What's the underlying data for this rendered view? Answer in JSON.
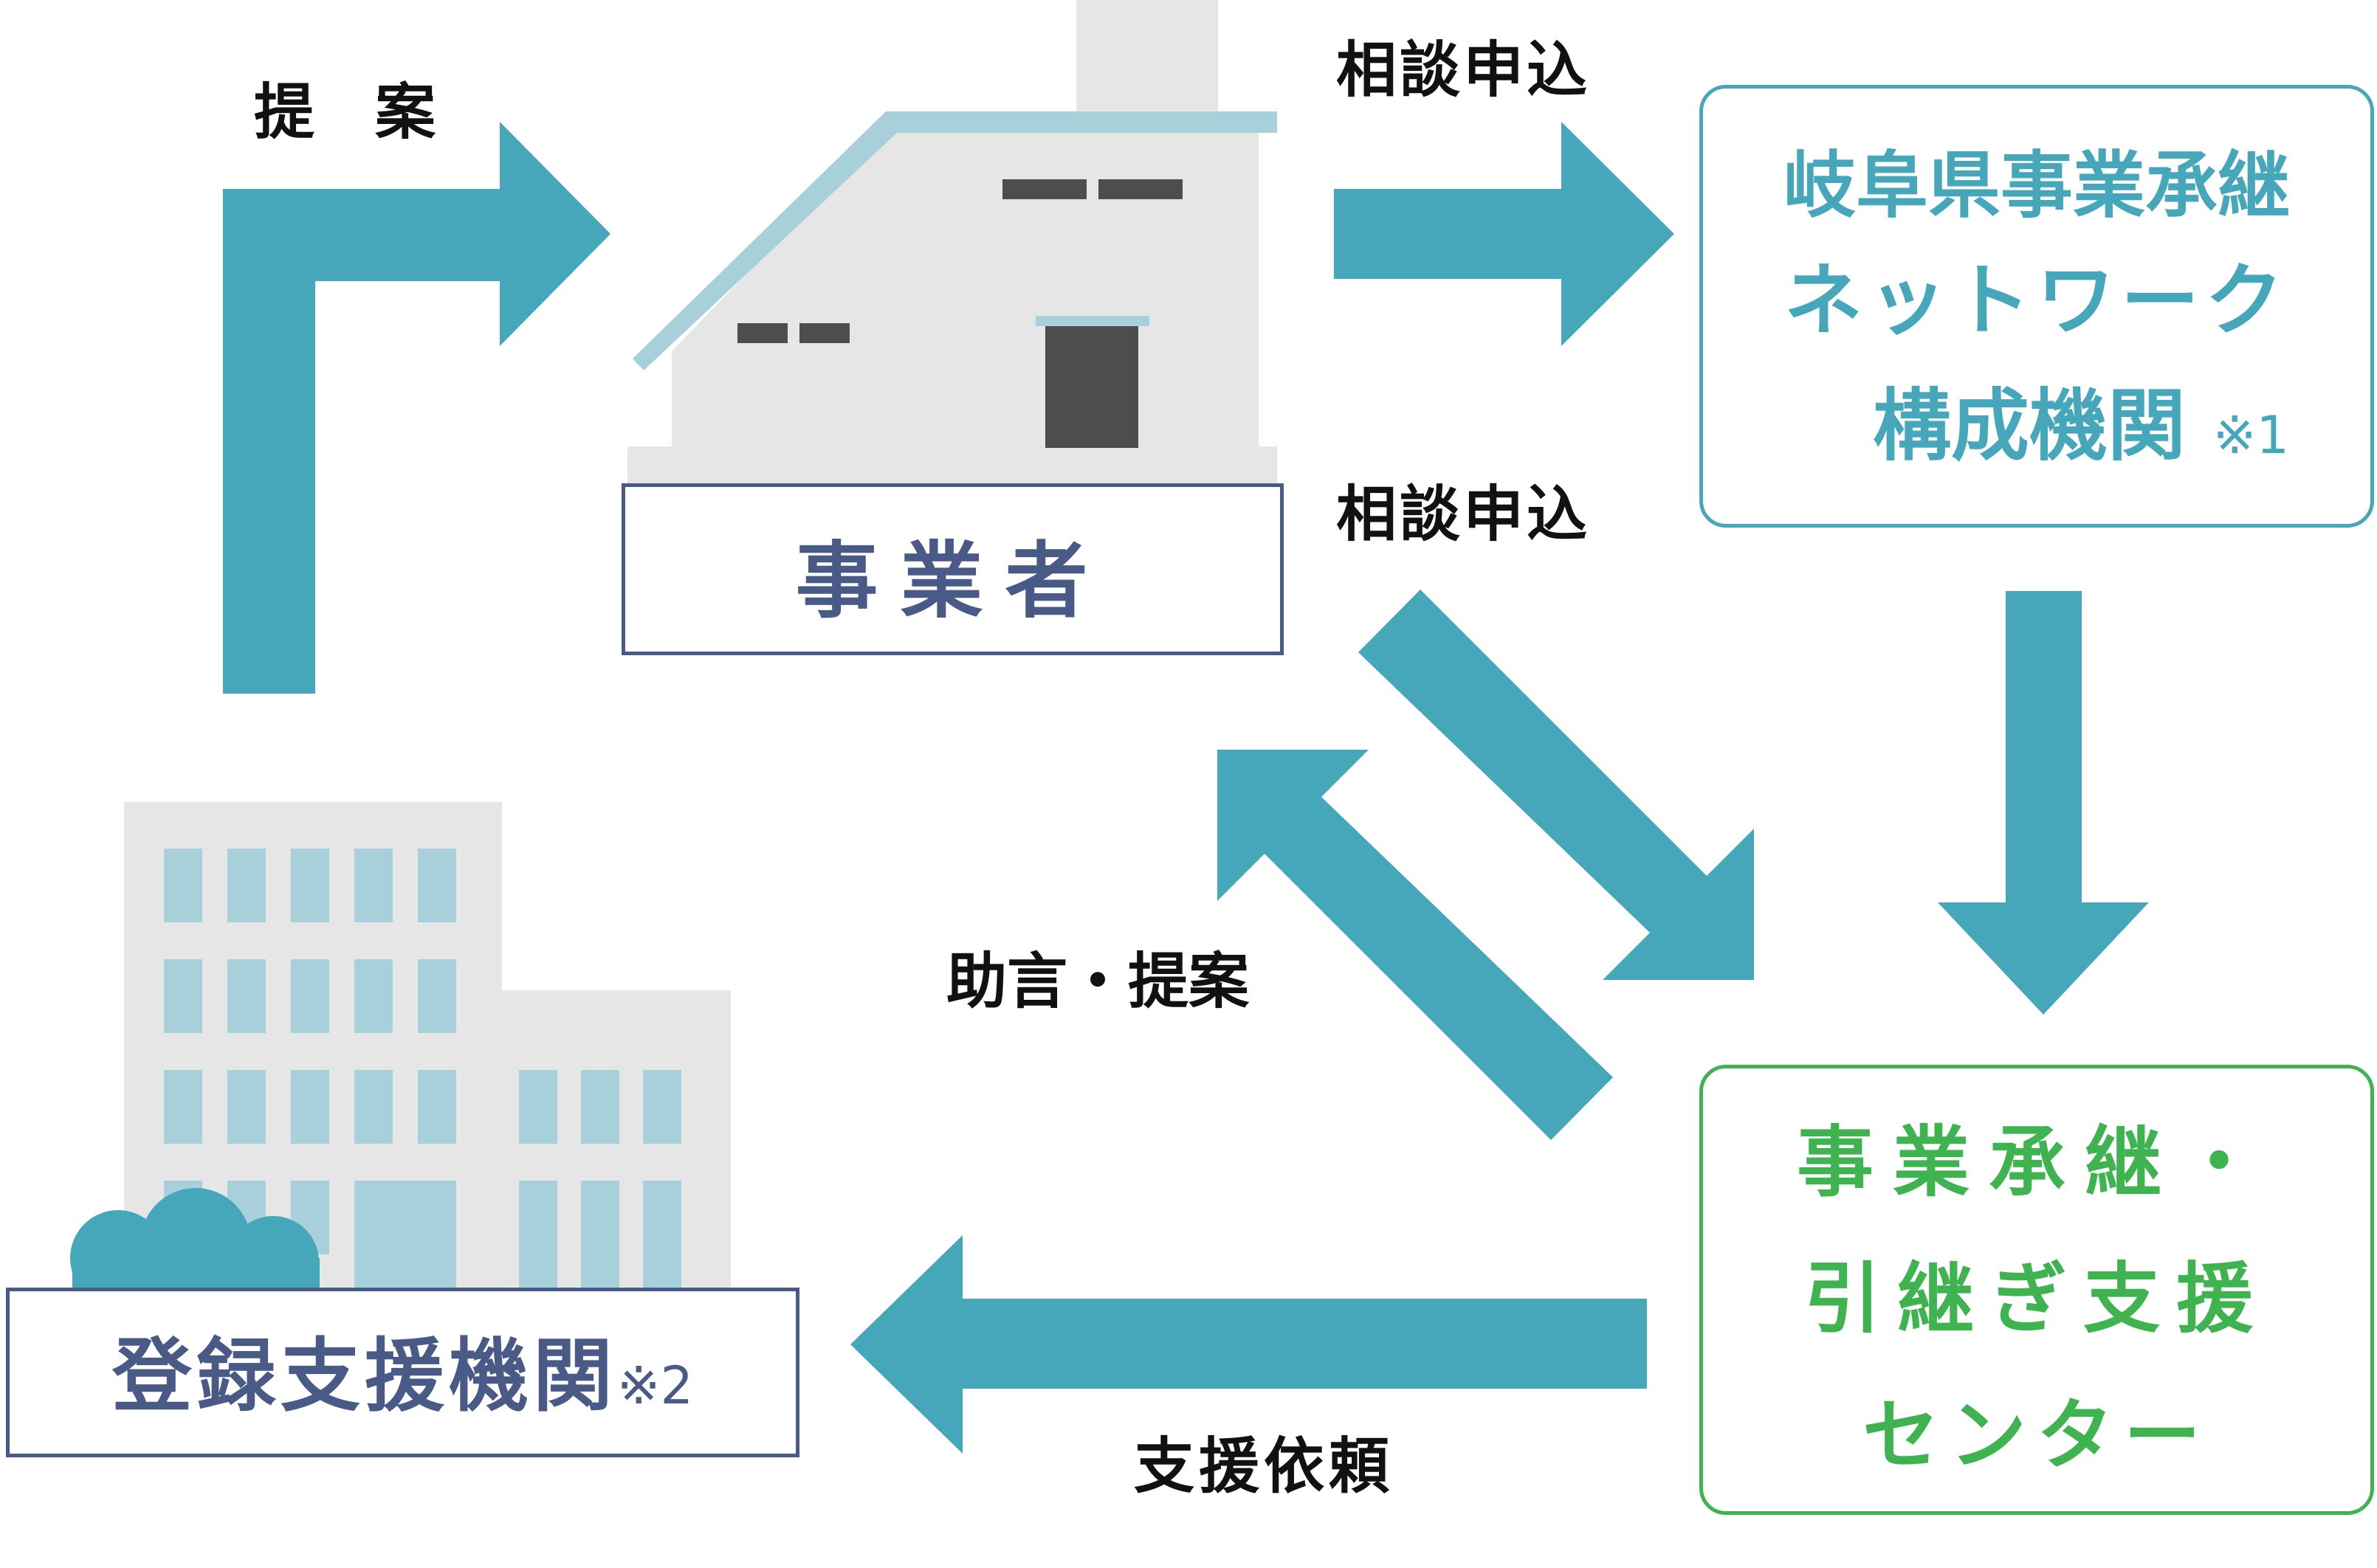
{
  "actors": {
    "business_owner": "事業者",
    "network": {
      "line1": "岐阜県事業承継",
      "line2": "ネットワーク",
      "line3": "構成機関",
      "note": "※1"
    },
    "support_center": {
      "line1": "事業承継・",
      "line2": "引継ぎ支援",
      "line3": "センター"
    },
    "registered_agency": {
      "label": "登録支援機関",
      "note": "※2"
    }
  },
  "flows": {
    "proposal": "提　案",
    "consultation_to_network": "相談申込",
    "consultation_to_center": "相談申込",
    "advice_proposal": "助言・提案",
    "support_request": "支援依頼"
  },
  "colors": {
    "arrow": "#45a7b9",
    "business_box_border": "#4a5a86",
    "business_text": "#4a5a86",
    "network_border": "#45a7b9",
    "network_text": "#45a7b9",
    "center_border": "#3fb34f",
    "center_text": "#3fb34f",
    "building_gray": "#e6e6e6",
    "window_blue": "#a8d0da",
    "roof_blue": "#a8d0da"
  }
}
